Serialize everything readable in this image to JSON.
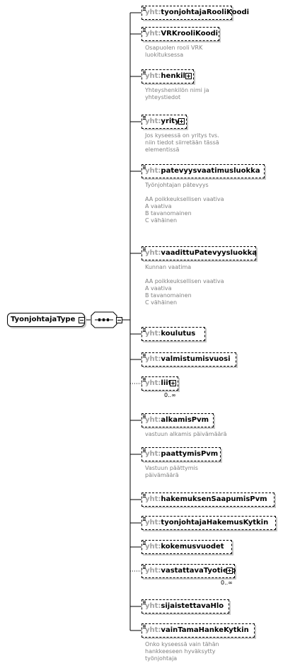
{
  "root": {
    "name": "TyonjohtajaType"
  },
  "namespace_prefix": "yht:",
  "elements": [
    {
      "name": "tyonjohtajaRooliKoodi",
      "desc": "",
      "expand": false,
      "optional": false,
      "card": ""
    },
    {
      "name": "VRKrooliKoodi",
      "desc": "Osapuolen rooli VRK\nluokituksessa",
      "expand": false,
      "optional": false,
      "card": ""
    },
    {
      "name": "henkilo",
      "desc": "Yhteyshenkilön nimi ja\nyhteystiedot",
      "expand": true,
      "optional": false,
      "card": ""
    },
    {
      "name": "yritys",
      "desc": "Jos kyseessä on yritys tvs.\nniin tiedot siirretään tässä\nelementissä",
      "expand": true,
      "optional": false,
      "card": ""
    },
    {
      "name": "patevyysvaatimusluokka",
      "desc": "Työnjohtajan pätevyys\n\nAA poikkeuksellisen vaativa\nA vaativa\nB tavanomainen\nC vähäinen",
      "expand": false,
      "optional": false,
      "card": ""
    },
    {
      "name": "vaadittuPatevyysluokka",
      "desc": "Kunnan vaatima\n\nAA poikkeuksellisen vaativa\nA vaativa\nB tavanomainen\nC vähäinen",
      "expand": false,
      "optional": false,
      "card": ""
    },
    {
      "name": "koulutus",
      "desc": "",
      "expand": false,
      "optional": false,
      "card": ""
    },
    {
      "name": "valmistumisvuosi",
      "desc": "",
      "expand": false,
      "optional": false,
      "card": ""
    },
    {
      "name": "liite",
      "desc": "",
      "expand": true,
      "optional": true,
      "card": "0..∞"
    },
    {
      "name": "alkamisPvm",
      "desc": "vastuun alkamis päivämäärä",
      "expand": false,
      "optional": false,
      "card": ""
    },
    {
      "name": "paattymisPvm",
      "desc": "Vastuun päättymis\npäivämäärä",
      "expand": false,
      "optional": false,
      "card": ""
    },
    {
      "name": "hakemuksenSaapumisPvm",
      "desc": "",
      "expand": false,
      "optional": false,
      "card": ""
    },
    {
      "name": "tyonjohtajaHakemusKytkin",
      "desc": "",
      "expand": false,
      "optional": false,
      "card": ""
    },
    {
      "name": "kokemusvuodet",
      "desc": "",
      "expand": false,
      "optional": false,
      "card": ""
    },
    {
      "name": "vastattavaTyotieto",
      "desc": "",
      "expand": true,
      "optional": true,
      "card": "0..∞"
    },
    {
      "name": "sijaistettavaHlo",
      "desc": "",
      "expand": false,
      "optional": false,
      "card": ""
    },
    {
      "name": "vainTamaHankeKytkin",
      "desc": "Onko kyseessä vain tähän\nhankkeeseen hyväksytty\ntyönjohtaja",
      "expand": false,
      "optional": false,
      "card": ""
    }
  ]
}
